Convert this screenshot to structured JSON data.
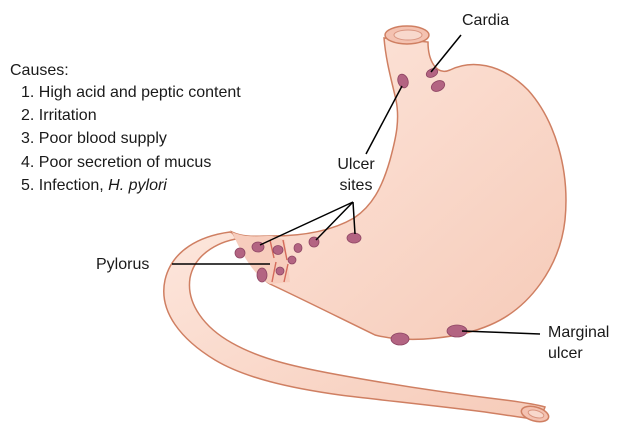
{
  "labels": {
    "cardia": "Cardia",
    "ulcer_sites_line1": "Ulcer",
    "ulcer_sites_line2": "sites",
    "pylorus": "Pylorus",
    "marginal_line1": "Marginal",
    "marginal_line2": "ulcer"
  },
  "causes": {
    "heading": "Causes:",
    "items": [
      {
        "text": "1. High acid and peptic content"
      },
      {
        "text": "2. Irritation"
      },
      {
        "text": "3. Poor blood supply"
      },
      {
        "text": "4. Poor secretion of mucus"
      },
      {
        "text": "5. Infection, ",
        "italic": "H. pylori"
      }
    ]
  },
  "colors": {
    "tissue_fill": "#f9d7c9",
    "tissue_outline": "#cf7f62",
    "ulcer_fill": "#b36482",
    "ulcer_outline": "#8e4563",
    "pylorus_marks": "#d46a5a",
    "leader_lines": "#000000",
    "text": "#1a1a1a"
  }
}
